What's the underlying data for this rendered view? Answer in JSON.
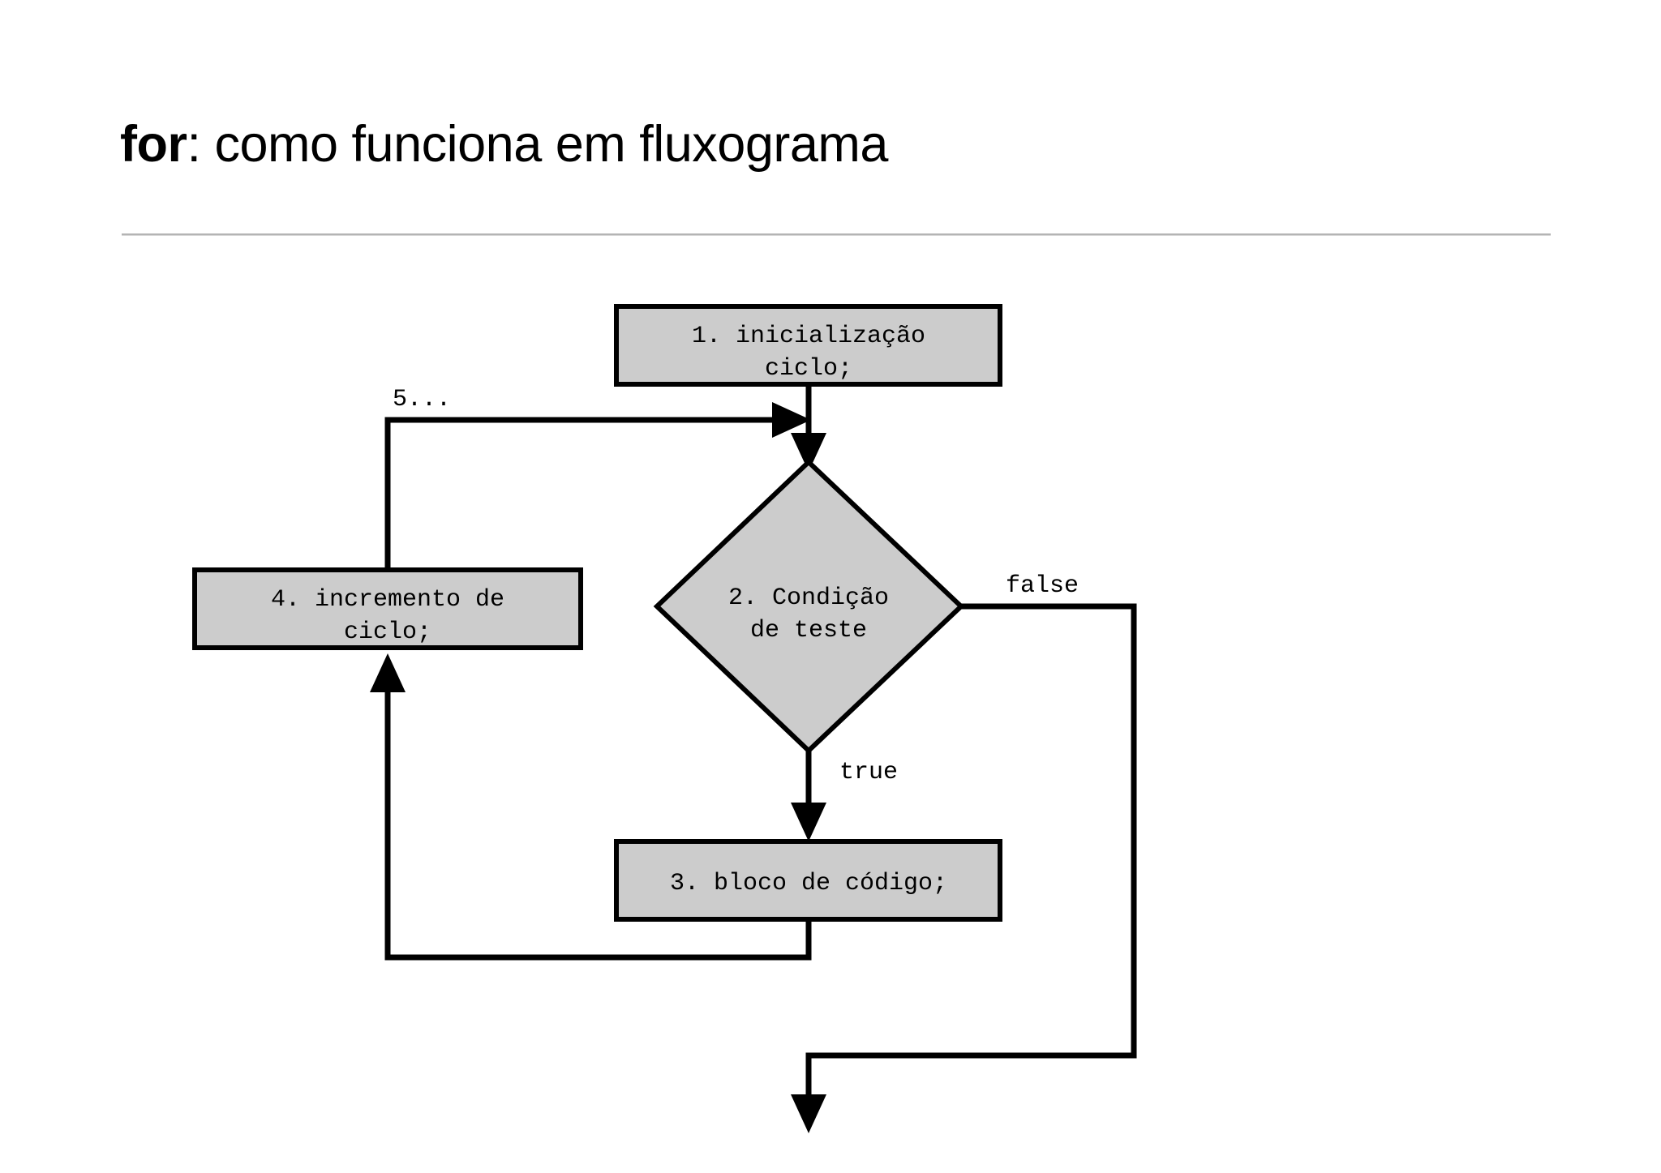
{
  "slide": {
    "title_keyword": "for",
    "title_rest": ": como funciona em fluxograma",
    "background_color": "#ffffff",
    "rule_color": "#b4b4b4"
  },
  "flowchart": {
    "shape_fill": "#cccccc",
    "shape_stroke": "#000000",
    "nodes": [
      {
        "id": "init",
        "type": "process",
        "lines": [
          "1. inicialização",
          "ciclo;"
        ],
        "line1": "1. inicialização",
        "line2": "ciclo;"
      },
      {
        "id": "condition",
        "type": "decision",
        "lines": [
          "2. Condição",
          "de teste"
        ],
        "line1": "2. Condição",
        "line2": "de teste"
      },
      {
        "id": "body",
        "type": "process",
        "lines": [
          "3. bloco de código;"
        ],
        "line1": "3. bloco de código;"
      },
      {
        "id": "increment",
        "type": "process",
        "lines": [
          "4. incremento de",
          "ciclo;"
        ],
        "line1": "4. incremento de",
        "line2": "ciclo;"
      }
    ],
    "edge_labels": {
      "loop_back": "5...",
      "false_branch": "false",
      "true_branch": "true"
    }
  }
}
